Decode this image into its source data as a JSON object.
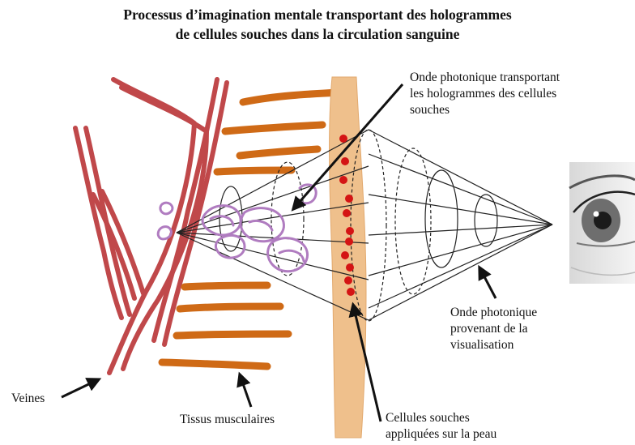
{
  "title": {
    "line1": "Processus d’imagination mentale transportant des hologrammes",
    "line2": "de cellules souches dans la circulation sanguine"
  },
  "labels": {
    "wave_holograms": {
      "line1": "Onde photonique transportant",
      "line2": "les hologrammes des cellules",
      "line3": "souches"
    },
    "wave_visualisation": {
      "line1": "Onde photonique",
      "line2": "provenant de la",
      "line3": "visualisation"
    },
    "veins": "Veines",
    "muscle_tissue": "Tissus musculaires",
    "stem_cells": {
      "line1": "Cellules souches",
      "line2": "appliquées sur la peau"
    }
  },
  "colors": {
    "vein": "#c0484a",
    "muscle": "#cf6a16",
    "skin": "#efc08c",
    "cell": "#d41414",
    "hologram": "#b07cc0",
    "wave_lines": "#222222"
  },
  "icons": {
    "eye": "eye-icon"
  }
}
